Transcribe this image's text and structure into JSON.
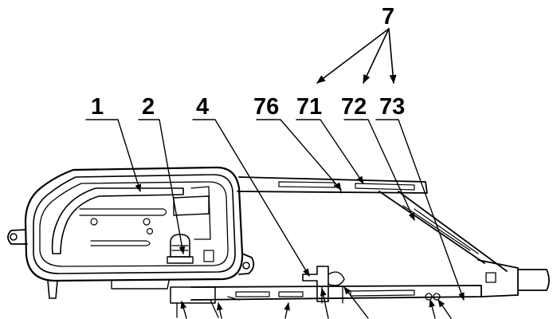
{
  "labels": {
    "l7": "7",
    "l1": "1",
    "l2": "2",
    "l4": "4",
    "l76": "76",
    "l71": "71",
    "l72": "72",
    "l73": "73"
  }
}
